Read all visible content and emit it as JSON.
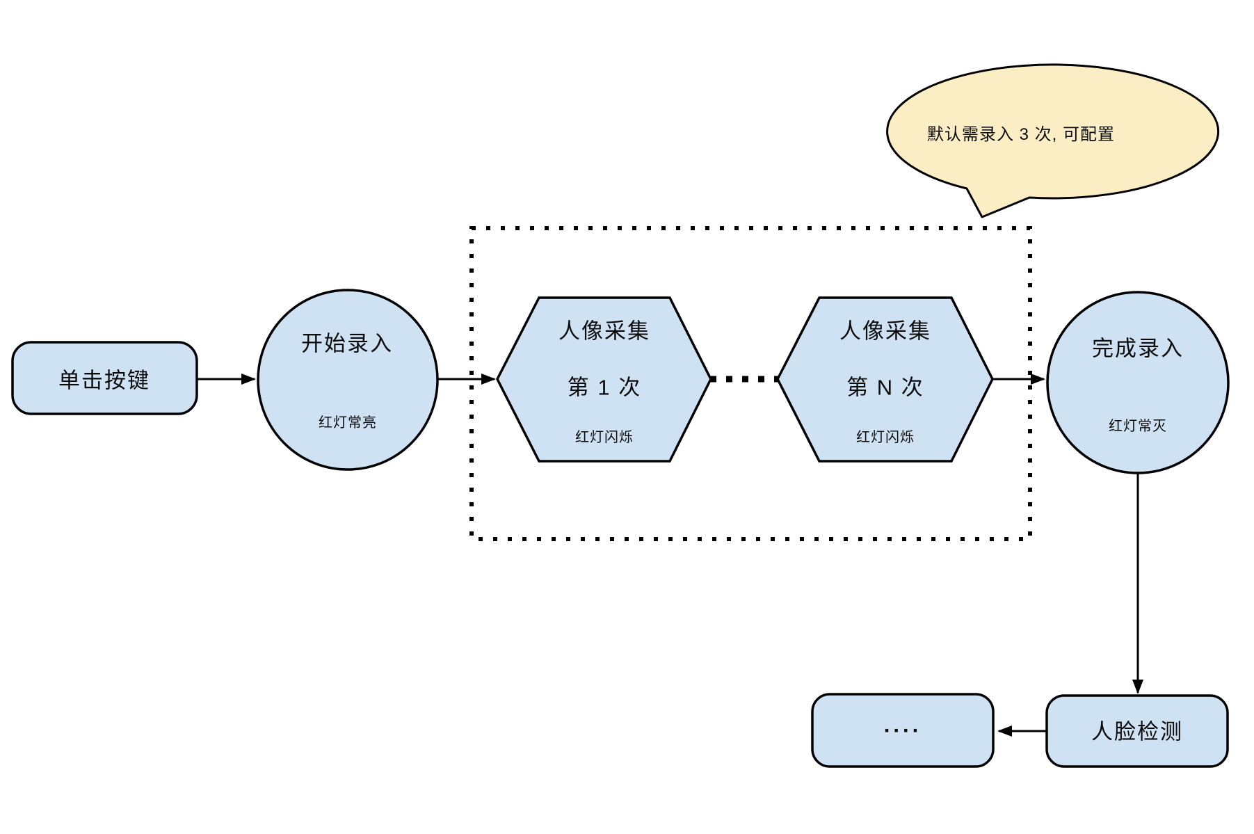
{
  "diagram": {
    "note_bubble": {
      "text": "默认需录入 3 次, 可配置"
    },
    "nodes": {
      "click_button": {
        "label": "单击按键"
      },
      "start_enroll": {
        "title": "开始录入",
        "subtitle": "红灯常亮"
      },
      "capture_first": {
        "title": "人像采集",
        "line2": "第 1 次",
        "subtitle": "红灯闪烁"
      },
      "capture_nth": {
        "title": "人像采集",
        "line2": "第 N 次",
        "subtitle": "红灯闪烁"
      },
      "finish_enroll": {
        "title": "完成录入",
        "subtitle": "红灯常灭"
      },
      "face_detect": {
        "label": "人脸检测"
      },
      "ellipsis_box": {
        "label": "...."
      }
    },
    "colors": {
      "node_fill": "#cfe2f3",
      "node_border": "#000000",
      "bubble_fill": "#fceec4",
      "line_color": "#000000",
      "canvas_bg": "#ffffff"
    }
  }
}
